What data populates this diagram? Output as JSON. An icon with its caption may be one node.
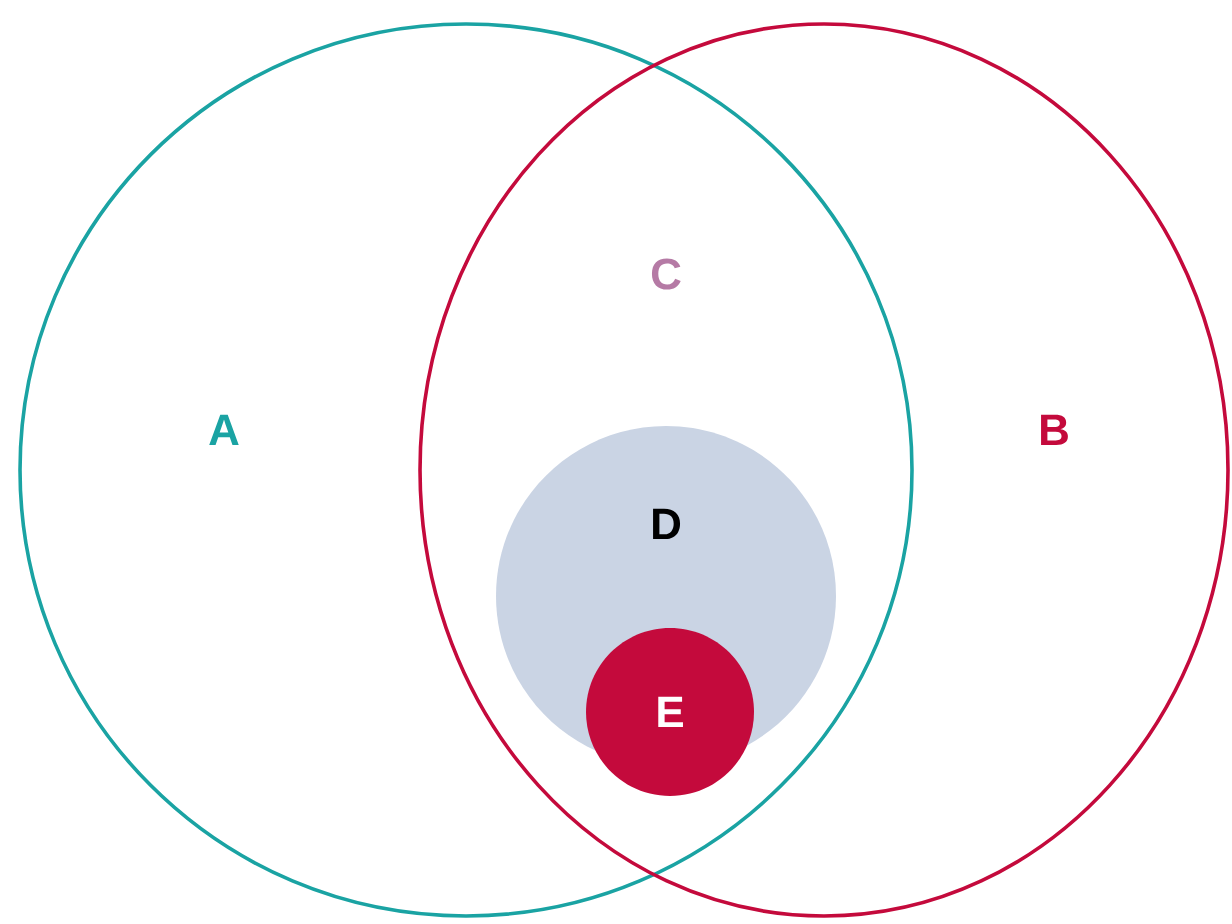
{
  "diagram": {
    "nodes": [
      {
        "text": [
          "A"
        ]
      },
      {
        "text": [
          "B"
        ]
      },
      {
        "text": [
          "D"
        ]
      },
      {
        "text": [
          "E"
        ]
      }
    ],
    "labels": [
      "C"
    ]
  }
}
